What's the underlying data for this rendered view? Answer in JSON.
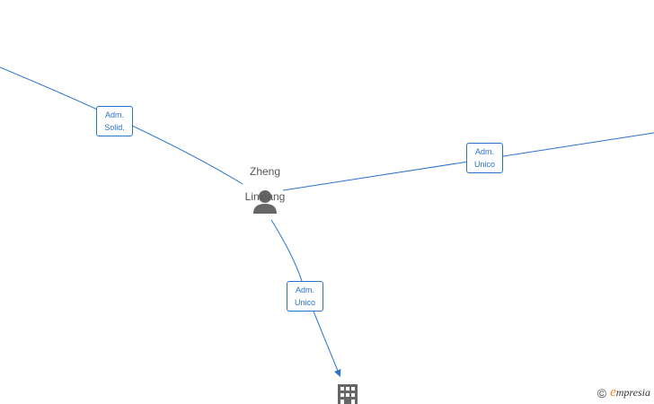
{
  "person": {
    "name_line1": "Zheng",
    "name_line2": "Linxiang",
    "icon": "person-icon"
  },
  "company": {
    "icon": "building-icon"
  },
  "edges": [
    {
      "label": "Adm.\nSolid."
    },
    {
      "label": "Adm.\nUnico"
    },
    {
      "label": "Adm.\nUnico"
    }
  ],
  "brand": {
    "copyright": "©",
    "initial": "e",
    "name": "mpresia"
  },
  "colors": {
    "edge": "#2a73cc",
    "icon": "#666666",
    "brand_accent": "#f08a1c"
  }
}
